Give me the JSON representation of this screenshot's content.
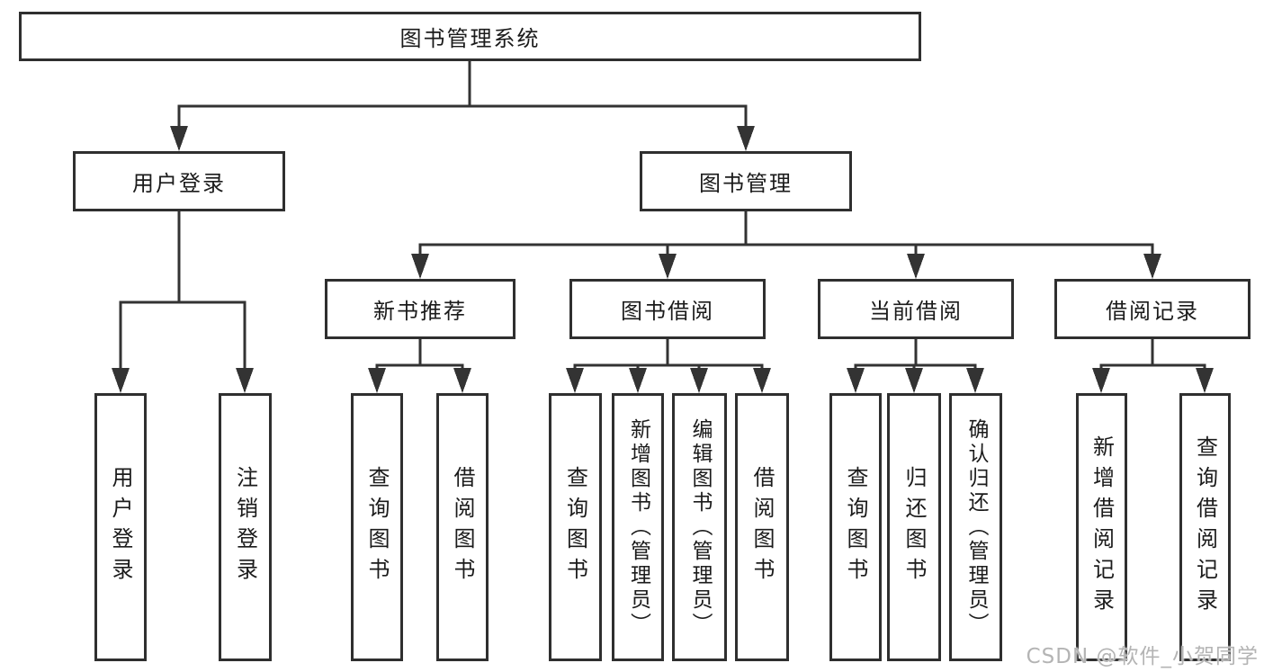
{
  "diagram_title": "图书管理系统",
  "tree": {
    "label": "图书管理系统",
    "children": [
      {
        "label": "用户登录",
        "children": [
          {
            "label": "用户登录"
          },
          {
            "label": "注销登录"
          }
        ]
      },
      {
        "label": "图书管理",
        "children": [
          {
            "label": "新书推荐",
            "children": [
              {
                "label": "查询图书"
              },
              {
                "label": "借阅图书"
              }
            ]
          },
          {
            "label": "图书借阅",
            "children": [
              {
                "label": "查询图书"
              },
              {
                "label": "新增图书（管理员）"
              },
              {
                "label": "编辑图书（管理员）"
              },
              {
                "label": "借阅图书"
              }
            ]
          },
          {
            "label": "当前借阅",
            "children": [
              {
                "label": "查询图书"
              },
              {
                "label": "归还图书"
              },
              {
                "label": "确认归还（管理员）"
              }
            ]
          },
          {
            "label": "借阅记录",
            "children": [
              {
                "label": "新增借阅记录"
              },
              {
                "label": "查询借阅记录"
              }
            ]
          }
        ]
      }
    ]
  },
  "watermark": "CSDN @软件_小贺同学",
  "colors": {
    "line": "#333333",
    "box_border": "#2f2f2f",
    "text": "#1b1b1b",
    "watermark": "#b4b4b4",
    "background": "#ffffff"
  }
}
